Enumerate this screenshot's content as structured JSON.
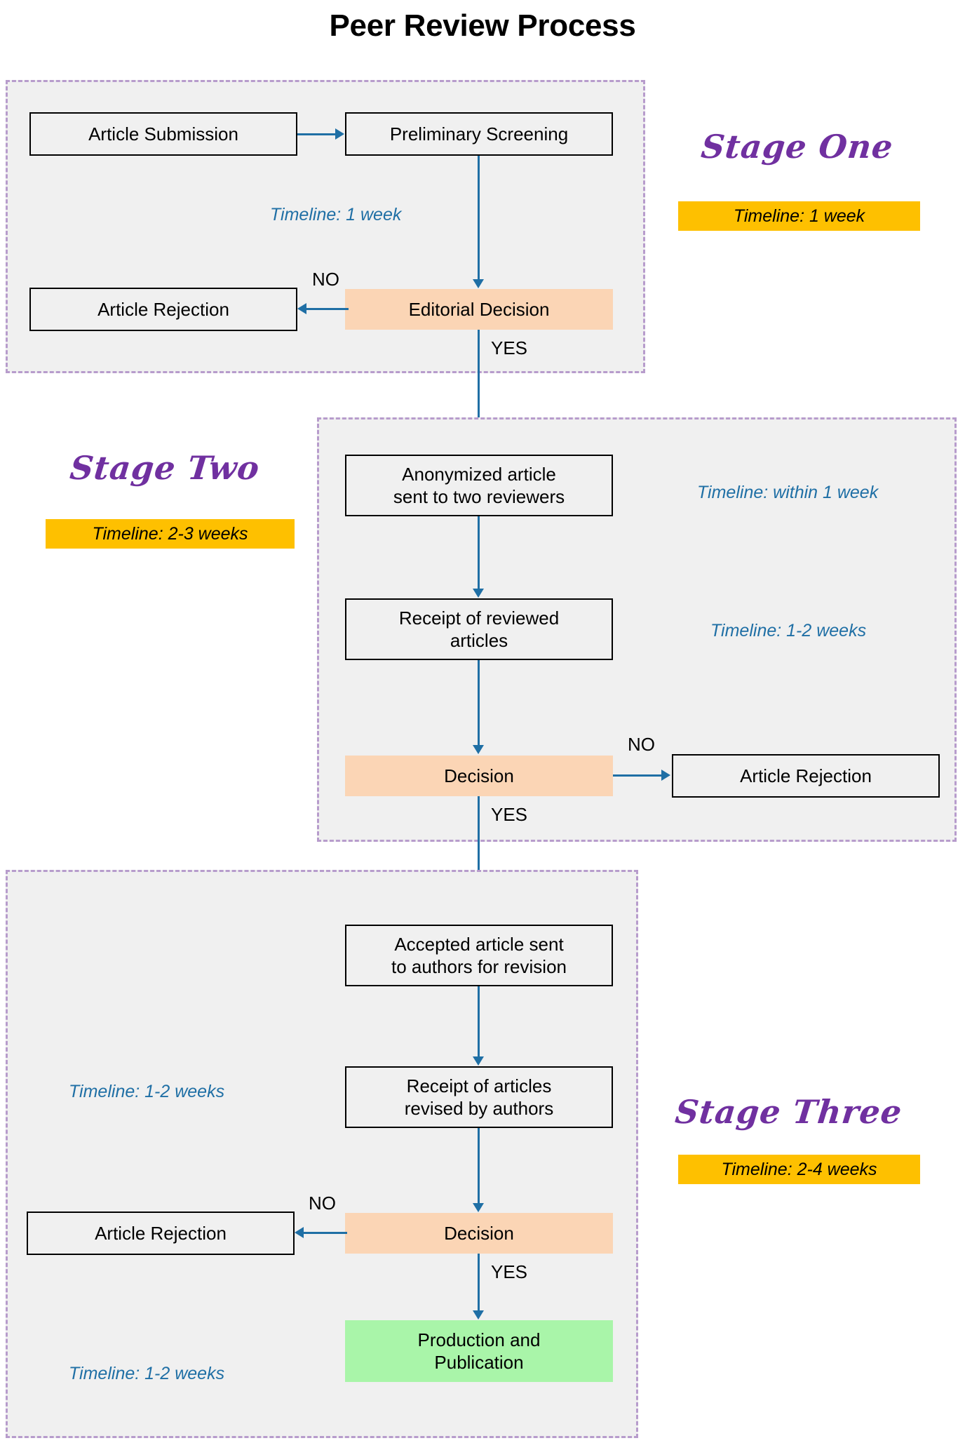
{
  "title": "Peer Review Process",
  "colors": {
    "accent_blue": "#1f6fa5",
    "stage_purple": "#7030a0",
    "badge_yellow": "#fec000",
    "decision_peach": "#fbd5b5",
    "publish_green": "#a9f5a9",
    "dash_border": "#b79ccc",
    "stage_fill": "#f0f0f0"
  },
  "stages": [
    {
      "name": "Stage One",
      "badge": "Timeline: 1 week",
      "inner_timelines": [
        "Timeline: 1 week"
      ],
      "nodes": [
        {
          "label": "Article Submission",
          "type": "process"
        },
        {
          "label": "Preliminary Screening",
          "type": "process"
        },
        {
          "label": "Editorial Decision",
          "type": "decision"
        },
        {
          "label": "Article Rejection",
          "type": "process"
        }
      ],
      "edge_labels": [
        "NO",
        "YES"
      ]
    },
    {
      "name": "Stage Two",
      "badge": "Timeline: 2-3 weeks",
      "inner_timelines": [
        "Timeline: within 1 week",
        "Timeline: 1-2 weeks"
      ],
      "nodes": [
        {
          "label": "Anonymized article sent to two reviewers",
          "type": "process"
        },
        {
          "label": "Receipt of reviewed articles",
          "type": "process"
        },
        {
          "label": "Decision",
          "type": "decision"
        },
        {
          "label": "Article Rejection",
          "type": "process"
        }
      ],
      "edge_labels": [
        "NO",
        "YES"
      ]
    },
    {
      "name": "Stage Three",
      "badge": "Timeline: 2-4 weeks",
      "inner_timelines": [
        "Timeline: 1-2 weeks",
        "Timeline: 1-2 weeks"
      ],
      "nodes": [
        {
          "label": "Accepted article sent to authors for revision",
          "type": "process"
        },
        {
          "label": "Receipt of articles revised by authors",
          "type": "process"
        },
        {
          "label": "Decision",
          "type": "decision"
        },
        {
          "label": "Article Rejection",
          "type": "process"
        },
        {
          "label": "Production and Publication",
          "type": "publish"
        }
      ],
      "edge_labels": [
        "NO",
        "YES"
      ]
    }
  ],
  "nodes_flat": {
    "s1_submission": "Article Submission",
    "s1_screening": "Preliminary Screening",
    "s1_editorial_decision": "Editorial Decision",
    "s1_rejection": "Article Rejection",
    "s1_timeline": "Timeline: 1 week",
    "s1_no": "NO",
    "s1_yes": "YES",
    "s1_stage_name": "Stage One",
    "s1_badge": "Timeline: 1 week",
    "s2_anonymized_l1": "Anonymized article",
    "s2_anonymized_l2": "sent to two reviewers",
    "s2_receipt_l1": "Receipt of reviewed",
    "s2_receipt_l2": "articles",
    "s2_decision": "Decision",
    "s2_rejection": "Article Rejection",
    "s2_timeline_a": "Timeline: within 1 week",
    "s2_timeline_b": "Timeline: 1-2 weeks",
    "s2_no": "NO",
    "s2_yes": "YES",
    "s2_stage_name": "Stage Two",
    "s2_badge": "Timeline: 2-3 weeks",
    "s3_accepted_l1": "Accepted article sent",
    "s3_accepted_l2": "to authors for revision",
    "s3_revised_l1": "Receipt of articles",
    "s3_revised_l2": "revised by authors",
    "s3_decision": "Decision",
    "s3_rejection": "Article Rejection",
    "s3_publication_l1": "Production and",
    "s3_publication_l2": "Publication",
    "s3_timeline_a": "Timeline: 1-2 weeks",
    "s3_timeline_b": "Timeline: 1-2 weeks",
    "s3_no": "NO",
    "s3_yes": "YES",
    "s3_stage_name": "Stage Three",
    "s3_badge": "Timeline: 2-4 weeks"
  }
}
